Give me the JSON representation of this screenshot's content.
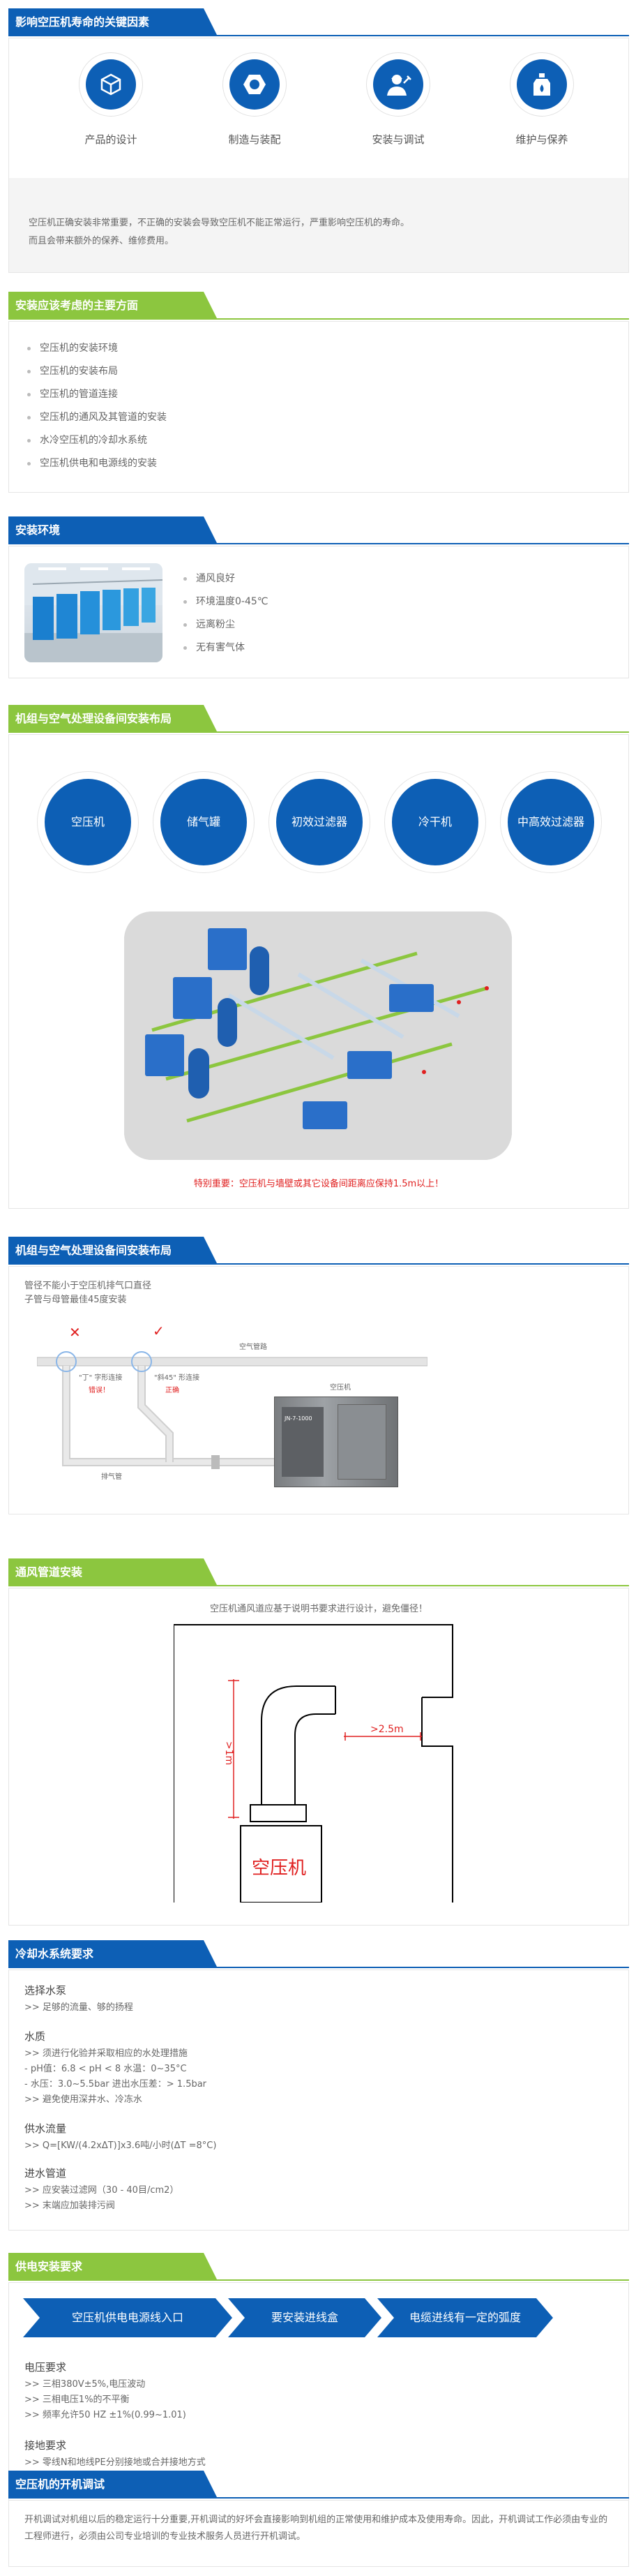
{
  "colors": {
    "brand_blue": "#0d5fb5",
    "brand_green": "#8cc63f",
    "warning_red": "#e02020"
  },
  "sec1": {
    "title": "影响空压机寿命的关键因素",
    "items": [
      {
        "label": "产品的设计",
        "icon": "cube-icon"
      },
      {
        "label": "制造与装配",
        "icon": "hex-nut-icon"
      },
      {
        "label": "安装与调试",
        "icon": "engineer-icon"
      },
      {
        "label": "维护与保养",
        "icon": "oil-bottle-icon"
      }
    ],
    "lead1": "空压机正确安装非常重要，不正确的安装会导致空压机不能正常运行，严重影响空压机的寿命。",
    "lead2": "而且会带来额外的保养、维修费用。"
  },
  "sec2": {
    "title": "安装应该考虑的主要方面",
    "items": [
      "空压机的安装环境",
      "空压机的安装布局",
      "空压机的管道连接",
      "空压机的通风及其管道的安装",
      "水冷空压机的冷却水系统",
      "空压机供电和电源线的安装"
    ]
  },
  "sec3": {
    "title": "安装环境",
    "items": [
      "通风良好",
      "环境温度0-45℃",
      "远离粉尘",
      "无有害气体"
    ]
  },
  "sec4": {
    "title": "机组与空气处理设备间安装布局",
    "circles": [
      "空压机",
      "储气罐",
      "初效过滤器",
      "冷干机",
      "中高效过滤器"
    ],
    "note": "特别重要：空压机与墙壁或其它设备间距离应保持1.5m以上！"
  },
  "sec5": {
    "title": "机组与空气处理设备间安装布局",
    "line1": "管径不能小于空压机排气口直径",
    "line2": "子管与母管最佳45度安装",
    "main_pipe": "空气管路",
    "tee_label": "\"丁\" 字形连接",
    "tee_status": "错误！",
    "slant_label": "\"斜45\" 形连接",
    "slant_status": "正确",
    "exhaust": "排气管",
    "machine_label": "空压机",
    "machine_model": "JN-7-1000",
    "wrong_mark": "✕",
    "right_mark": "✓"
  },
  "sec6": {
    "title": "通风管道安装",
    "note": "空压机通风道应基于说明书要求进行设计，避免僵径！",
    "dim_v": ">1m",
    "dim_h": ">2.5m",
    "machine_label": "空压机"
  },
  "sec7": {
    "title": "冷却水系统要求",
    "groups": [
      {
        "title": "选择水泵",
        "lines": [
          ">> 足够的流量、够的扬程"
        ]
      },
      {
        "title": "水质",
        "lines": [
          ">> 须进行化验并采取相应的水处理措施",
          "- pH值：6.8 < pH < 8   水温：0~35°C",
          "- 水压：3.0~5.5bar    进出水压差：> 1.5bar",
          ">> 避免使用深井水、冷冻水"
        ]
      },
      {
        "title": "供水流量",
        "lines": [
          ">> Q=[KW/(4.2xΔT)]x3.6吨/小时(ΔT =8°C)"
        ]
      },
      {
        "title": "进水管道",
        "lines": [
          ">> 应安装过滤网（30 - 40目/cm2）",
          ">> 末端应加装排污阀"
        ]
      }
    ]
  },
  "sec8": {
    "title": "供电安装要求",
    "flow": [
      "空压机供电电源线入口",
      "要安装进线盒",
      "电缆进线有一定的弧度"
    ],
    "groups": [
      {
        "title": "电压要求",
        "lines": [
          ">> 三相380V±5%,电压波动",
          ">> 三相电压1%的不平衡",
          ">> 频率允许50 HZ ±1%(0.99~1.01)"
        ]
      },
      {
        "title": "接地要求",
        "lines": [
          ">> 零线N和地线PE分别接地或合并接地方式"
        ]
      }
    ]
  },
  "sec9": {
    "title": "空压机的开机调试",
    "para": "开机调试对机组以后的稳定运行十分重要,开机调试的好坏会直接影响到机组的正常使用和维护成本及使用寿命。因此，开机调试工作必须由专业的工程师进行，必须由公司专业培训的专业技术服务人员进行开机调试。"
  }
}
